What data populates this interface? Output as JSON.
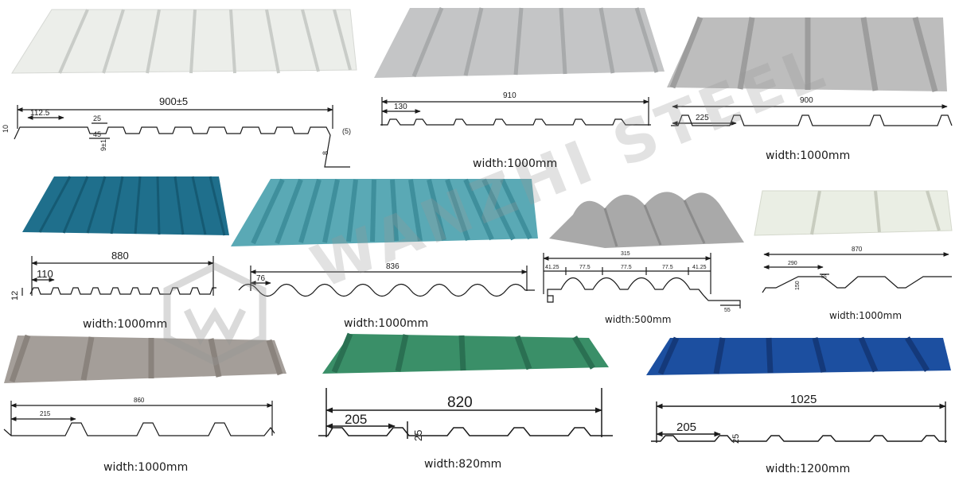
{
  "watermark": "WANZHI STEEL",
  "colors": {
    "white_sheet": "#eceeea",
    "silver_sheet": "#c4c5c6",
    "grey_sheet": "#bdbdbd",
    "blue_sheet": "#1f6f8c",
    "aqua_sheet": "#5aa9b5",
    "corrugated_grey": "#a9a9a9",
    "cream_sheet": "#eaeee4",
    "taupe_sheet": "#a49e99",
    "green_sheet": "#3a8f68",
    "royal_blue_sheet": "#1c4fa0"
  },
  "panels": [
    {
      "dims": {
        "overall": "900±5",
        "pitch": "112.5",
        "rib_top": "25",
        "rib_bottom": "45",
        "height": "9±1",
        "lip": "10",
        "end": "(5)",
        "side": "8"
      }
    },
    {
      "dims": {
        "overall": "910",
        "pitch": "130"
      },
      "caption": "width:1000mm"
    },
    {
      "dims": {
        "overall": "900",
        "pitch": "225"
      },
      "caption": "width:1000mm"
    },
    {
      "dims": {
        "overall": "880",
        "pitch": "110",
        "height": "12"
      },
      "caption": "width:1000mm"
    },
    {
      "dims": {
        "overall": "836",
        "pitch": "76"
      },
      "caption": "width:1000mm"
    },
    {
      "dims": {
        "overall": "315",
        "a": "41.25",
        "b": "77.5",
        "c": "77.5",
        "d": "77.5",
        "e": "41.25",
        "end": "55"
      },
      "caption": "width:500mm"
    },
    {
      "dims": {
        "overall": "870",
        "pitch": "290",
        "height": "150",
        "rib_top": "55"
      },
      "caption": "width:1000mm"
    },
    {
      "dims": {
        "overall": "860",
        "pitch": "215"
      },
      "caption": "width:1000mm"
    },
    {
      "dims": {
        "overall": "820",
        "pitch": "205",
        "height": "25"
      },
      "caption": "width:820mm"
    },
    {
      "dims": {
        "overall": "1025",
        "pitch": "205",
        "height": "25"
      },
      "caption": "width:1200mm"
    }
  ]
}
